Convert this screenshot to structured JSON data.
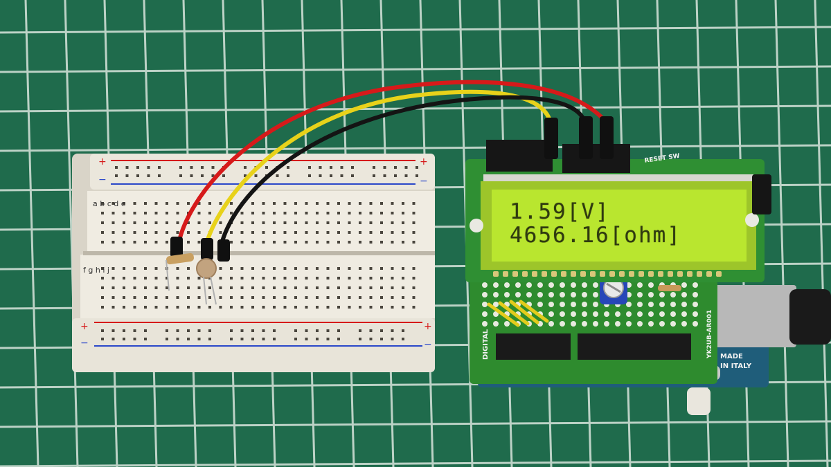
{
  "lcd": {
    "line1": "1.59[V]",
    "line2": "4656.16[ohm]",
    "backlight_color": "#b9e62f"
  },
  "pcb": {
    "reset_label": "RESET SW",
    "digital_label": "DIGITAL",
    "model_label": "YK2UB-AR001",
    "made_label_1": "MADE",
    "made_label_2": "IN ITALY"
  },
  "breadboard": {
    "row_letters_top": "a b c d e",
    "row_letters_bottom": "f g h i j"
  },
  "colors": {
    "mat": "#1f6b4c",
    "grid": "#d8e4dc",
    "wire_red": "#d61a1a",
    "wire_yellow": "#e8d21a",
    "wire_black": "#141414",
    "board": "#2e8b2e"
  }
}
